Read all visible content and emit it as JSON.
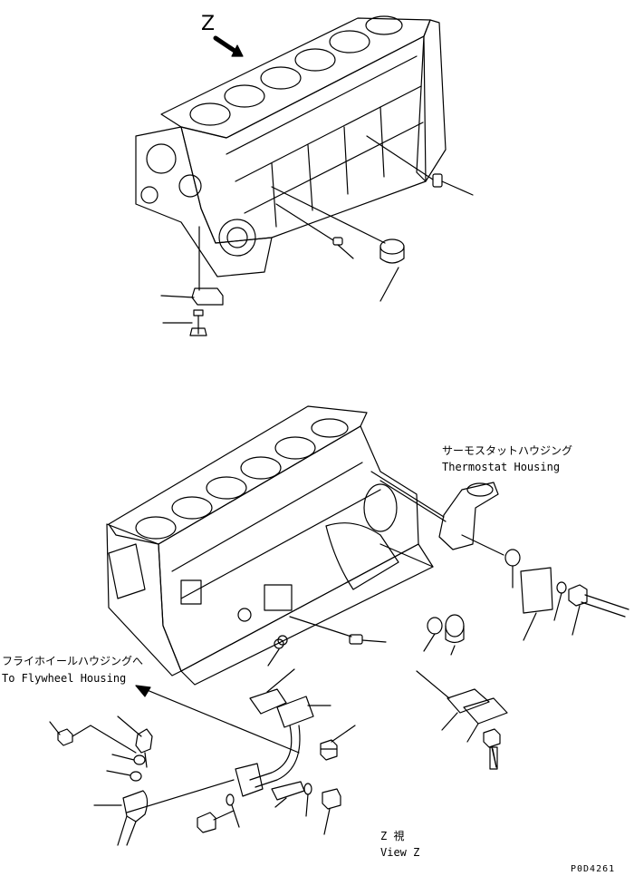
{
  "view_marker": "Z",
  "callouts": {
    "thermostat_jp": "サーモスタットハウジング",
    "thermostat_en": "Thermostat Housing",
    "flywheel_jp": "フライホイールハウジングへ",
    "flywheel_en": "To Flywheel Housing",
    "viewz_jp": "Z 視",
    "viewz_en": "View Z"
  },
  "catalog_no": "P0D4261"
}
